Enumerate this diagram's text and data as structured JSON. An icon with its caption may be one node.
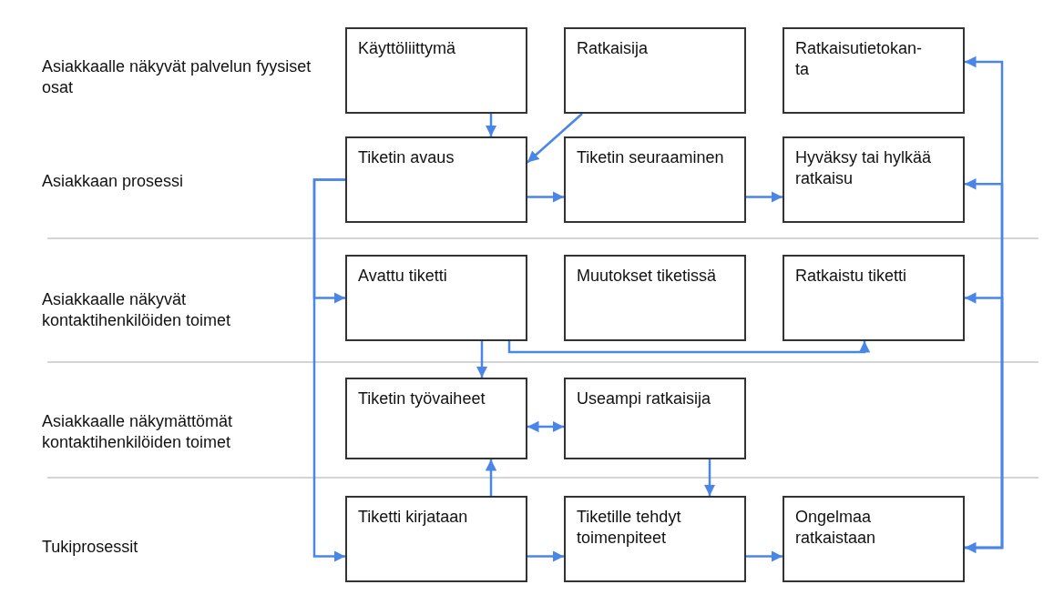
{
  "diagram": {
    "nodes": [
      {
        "text": [
          "Käyttöliittymä"
        ]
      },
      {
        "text": [
          "Ratkaisija"
        ]
      },
      {
        "text": [
          "Ratkaisutietokan-ta"
        ]
      },
      {
        "text": [
          "Tiketin avaus"
        ]
      },
      {
        "text": [
          "Tiketin seuraaminen"
        ]
      },
      {
        "text": [
          "Hyväksy tai hylkää ratkaisu"
        ]
      },
      {
        "text": [
          "Avattu tiketti"
        ]
      },
      {
        "text": [
          "Muutokset tiketissä"
        ]
      },
      {
        "text": [
          "Ratkaistu tiketti"
        ]
      },
      {
        "text": [
          "Tiketin työvaiheet"
        ]
      },
      {
        "text": [
          "Useampi ratkaisija"
        ]
      },
      {
        "text": [
          "Tiketti kirjataan"
        ]
      },
      {
        "text": [
          "Tiketille tehdyt toimenpiteet"
        ]
      },
      {
        "text": [
          "Ongelmaa ratkaistaan"
        ]
      }
    ],
    "edges": [
      {
        "from": 0,
        "to": 3,
        "arrow": "to"
      },
      {
        "from": 1,
        "to": 3,
        "arrow": "to"
      },
      {
        "from": 3,
        "to": 4,
        "arrow": "to"
      },
      {
        "from": 4,
        "to": 5,
        "arrow": "to"
      },
      {
        "from": 3,
        "to": 6,
        "arrow": "to"
      },
      {
        "from": 3,
        "to": 11,
        "arrow": "to"
      },
      {
        "from": 6,
        "to": 8,
        "arrow": "to"
      },
      {
        "from": 6,
        "to": 9,
        "arrow": "to"
      },
      {
        "from": 9,
        "to": 10,
        "arrow": "both"
      },
      {
        "from": 11,
        "to": 9,
        "arrow": "to"
      },
      {
        "from": 11,
        "to": 12,
        "arrow": "to"
      },
      {
        "from": 10,
        "to": 12,
        "arrow": "to"
      },
      {
        "from": 12,
        "to": 13,
        "arrow": "to"
      },
      {
        "from": 13,
        "to": 2,
        "arrow": "to"
      },
      {
        "from": 13,
        "to": 5,
        "arrow": "to"
      },
      {
        "from": 13,
        "to": 8,
        "arrow": "both"
      }
    ],
    "labels": [
      "Asiakkaalle näkyvät palvelun fyysiset osat",
      "Asiakkaan prosessi",
      "Asiakkaalle näkyvät kontaktihenkilöiden toimet",
      "Asiakkaalle näkymättömät kontaktihenkilöiden toimet",
      "Tukiprosessit"
    ]
  }
}
